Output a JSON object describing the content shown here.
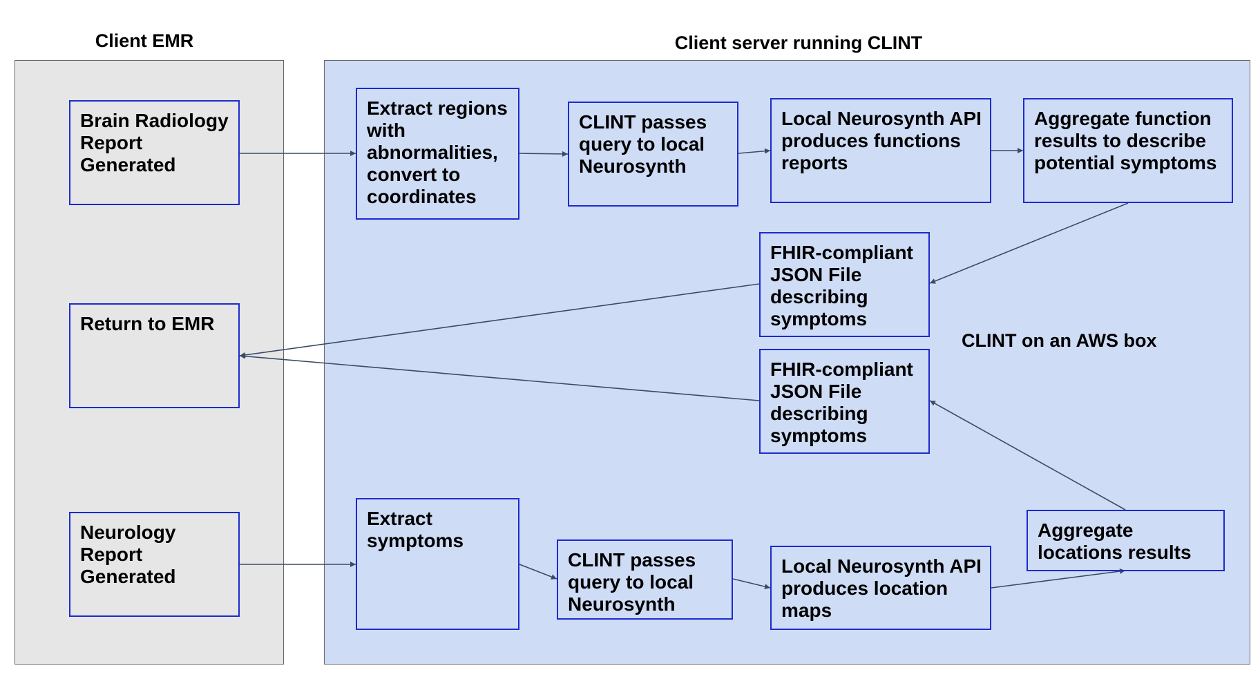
{
  "zones": {
    "emr": "Client EMR",
    "clint": "Client server running CLINT",
    "aws": "CLINT on an AWS box"
  },
  "nodes": [
    {
      "id": "brain-report",
      "lines": [
        "Brain Radiology",
        "Report",
        "Generated"
      ]
    },
    {
      "id": "return-emr",
      "lines": [
        "Return to EMR"
      ]
    },
    {
      "id": "neuro-report",
      "lines": [
        "Neurology",
        "Report",
        "Generated"
      ]
    },
    {
      "id": "extract-regions",
      "lines": [
        "Extract regions",
        "with",
        "abnormalities,",
        "convert to",
        "coordinates"
      ]
    },
    {
      "id": "clint-query-1",
      "lines": [
        "CLINT passes",
        "query to local",
        "Neurosynth"
      ]
    },
    {
      "id": "neurosynth-functions",
      "lines": [
        "Local Neurosynth API",
        "produces functions",
        "reports"
      ]
    },
    {
      "id": "aggregate-function",
      "lines": [
        "Aggregate function",
        "results to describe",
        "potential symptoms"
      ]
    },
    {
      "id": "fhir-json-1",
      "lines": [
        "FHIR-compliant",
        "JSON File",
        "describing",
        "symptoms"
      ]
    },
    {
      "id": "fhir-json-2",
      "lines": [
        "FHIR-compliant",
        "JSON File",
        "describing",
        "symptoms"
      ]
    },
    {
      "id": "extract-symptoms",
      "lines": [
        "Extract",
        "symptoms"
      ]
    },
    {
      "id": "clint-query-2",
      "lines": [
        "CLINT passes",
        "query to local",
        "Neurosynth"
      ]
    },
    {
      "id": "neurosynth-locations",
      "lines": [
        "Local Neurosynth API",
        "produces location",
        "maps"
      ]
    },
    {
      "id": "aggregate-locations",
      "lines": [
        "Aggregate",
        "locations results"
      ]
    }
  ],
  "edges": [
    {
      "from": "brain-report",
      "to": "extract-regions"
    },
    {
      "from": "extract-regions",
      "to": "clint-query-1"
    },
    {
      "from": "clint-query-1",
      "to": "neurosynth-functions"
    },
    {
      "from": "neurosynth-functions",
      "to": "aggregate-function"
    },
    {
      "from": "aggregate-function",
      "to": "fhir-json-1"
    },
    {
      "from": "fhir-json-1",
      "to": "return-emr"
    },
    {
      "from": "fhir-json-2",
      "to": "return-emr"
    },
    {
      "from": "neuro-report",
      "to": "extract-symptoms"
    },
    {
      "from": "extract-symptoms",
      "to": "clint-query-2"
    },
    {
      "from": "clint-query-2",
      "to": "neurosynth-locations"
    },
    {
      "from": "neurosynth-locations",
      "to": "aggregate-locations"
    },
    {
      "from": "aggregate-locations",
      "to": "fhir-json-2"
    }
  ],
  "colors": {
    "node_border": "#1c2bd0",
    "emr_fill": "#e6e6e6",
    "clint_fill": "#cfdcf5",
    "arrow": "#3b4a66"
  }
}
